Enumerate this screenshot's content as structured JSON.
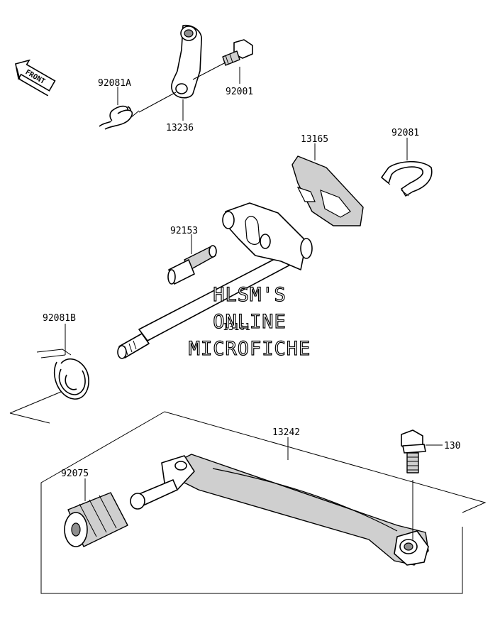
{
  "front_badge": "FRONT",
  "labels": {
    "p92081A": "92081A",
    "p13236": "13236",
    "p92001": "92001",
    "p13165": "13165",
    "p92081": "92081",
    "p92153": "92153",
    "p13161": "13161",
    "p92081B": "92081B",
    "p13242": "13242",
    "p130": "130",
    "p92075": "92075"
  },
  "watermark": {
    "line1": "HLSM'S",
    "line2": "ONLINE",
    "line3": "MICROFICHE"
  }
}
